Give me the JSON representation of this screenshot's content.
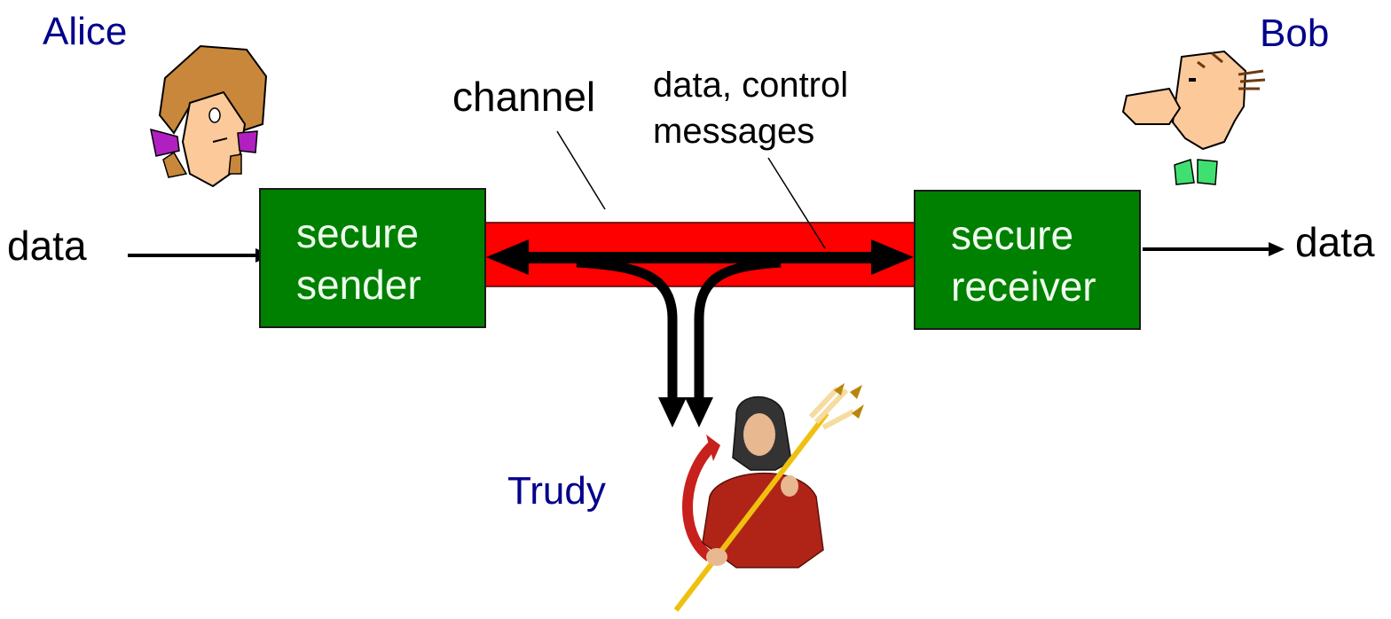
{
  "diagram": {
    "title": "Secure communication channel: Alice, Bob, Trudy",
    "actors": {
      "alice": {
        "label": "Alice",
        "icon": "alice-cartoon"
      },
      "bob": {
        "label": "Bob",
        "icon": "bob-cartoon"
      },
      "trudy": {
        "label": "Trudy",
        "icon": "trudy-devil-cartoon"
      }
    },
    "sender": {
      "line1": "secure",
      "line2": "sender"
    },
    "receiver": {
      "line1": "secure",
      "line2": "receiver"
    },
    "input_label": "data",
    "output_label": "data",
    "channel_label": "channel",
    "messages_label_line1": "data, control",
    "messages_label_line2": "messages",
    "colors": {
      "name_text": "#00008b",
      "box_fill": "#008000",
      "box_text": "#f0fff0",
      "channel_fill": "#ff0000",
      "arrow": "#000000"
    }
  }
}
